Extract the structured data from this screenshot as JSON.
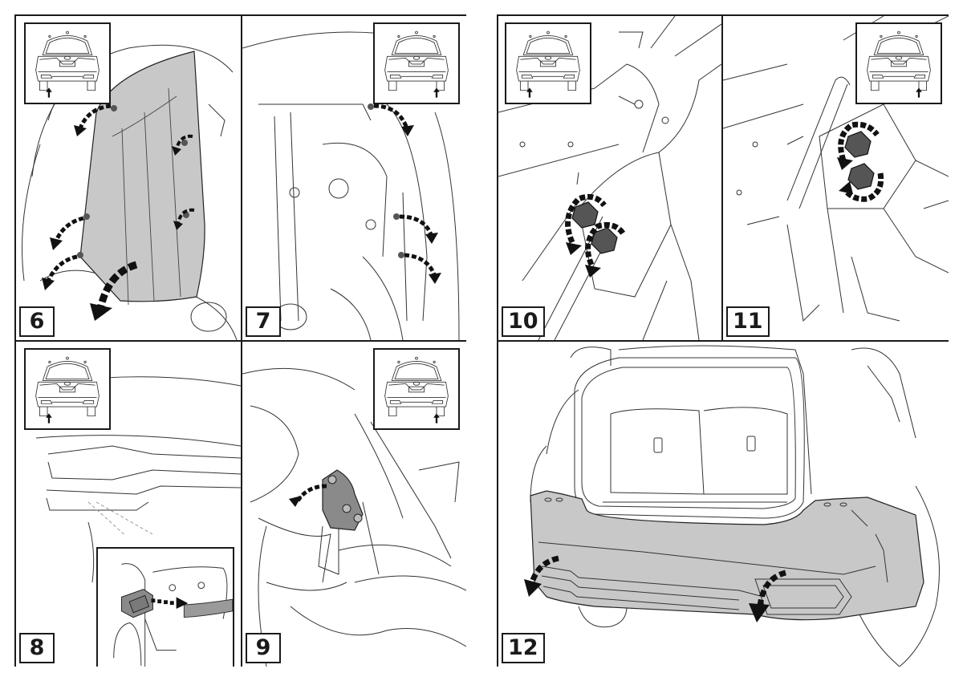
{
  "sheet": {
    "left_group": {
      "panels": [
        {
          "step": "6",
          "inset_arrow_side": "left",
          "description": "Remove fasteners and detach wheel arch liner (shaded)"
        },
        {
          "step": "7",
          "inset_arrow_side": "right",
          "description": "Remove fasteners on opposite wheel arch liner"
        },
        {
          "step": "8",
          "inset_arrow_side": "left",
          "description": "Disconnect electrical connector (detail view)"
        },
        {
          "step": "9",
          "inset_arrow_side": "right",
          "description": "Remove bracket (shaded)"
        }
      ]
    },
    "right_group": {
      "panels": [
        {
          "step": "10",
          "inset_arrow_side": "left",
          "description": "Remove two nuts"
        },
        {
          "step": "11",
          "inset_arrow_side": "right",
          "description": "Remove two nuts on opposite side"
        },
        {
          "step": "12",
          "description": "Pull bumper cover (shaded) rearward to remove"
        }
      ]
    }
  },
  "colors": {
    "line": "#1a1a1a",
    "part_highlight": "#c8c8c8",
    "nut": "#555555",
    "arrow": "#111111",
    "background": "#ffffff"
  },
  "icons": {
    "inset": "vehicle-rear-view-icon",
    "arrow": "curved-dashed-arrow-icon"
  }
}
